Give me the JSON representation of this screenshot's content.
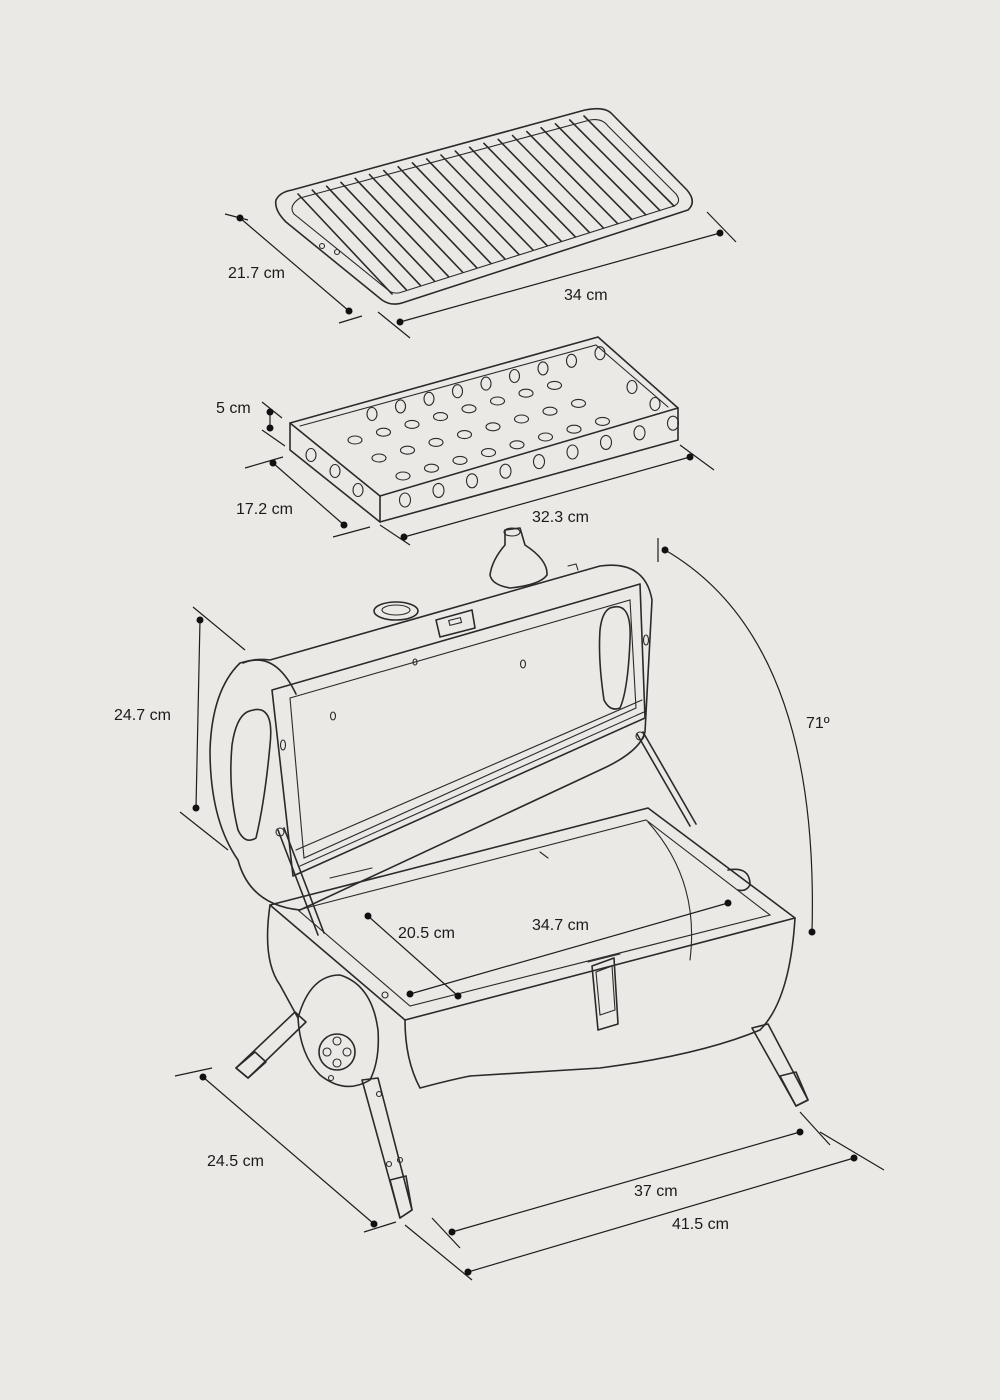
{
  "dimensions": {
    "grill_grate_depth": "21.7 cm",
    "grill_grate_width": "34 cm",
    "charcoal_tray_height": "5 cm",
    "charcoal_tray_depth": "17.2 cm",
    "charcoal_tray_width": "32.3 cm",
    "body_height": "24.7 cm",
    "lid_open_angle": "71º",
    "inner_depth": "20.5 cm",
    "inner_width": "34.7 cm",
    "leg_depth": "24.5 cm",
    "body_width": "37 cm",
    "total_width": "41.5 cm"
  }
}
